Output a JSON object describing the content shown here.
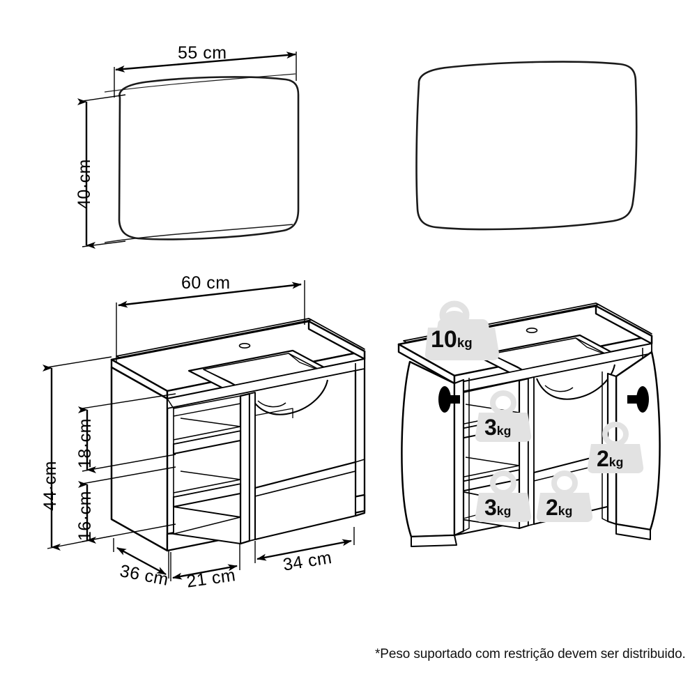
{
  "diagram": {
    "title": "Bathroom vanity cabinet and mirror technical dimension drawing",
    "stroke_color": "#000000",
    "background_color": "#ffffff",
    "weight_icon_fill": "#e2e2e2",
    "weight_icon_stroke": "#e2e2e2"
  },
  "mirror_front": {
    "name": "mirror-front-view",
    "width_label": "55 cm",
    "height_label": "40·cm"
  },
  "mirror_plain": {
    "name": "mirror-outline-view"
  },
  "cabinet_dimensions": {
    "width_label": "60 cm",
    "total_height_label": "44·cm",
    "upper_shelf_label": "18·cm",
    "lower_shelf_label": "16·cm",
    "depth_label": "36 cm",
    "left_section_label": "21 cm",
    "right_section_label": "34 cm"
  },
  "cabinet_loads": {
    "countertop": {
      "value": "10",
      "unit": "kg"
    },
    "left_upper_shelf": {
      "value": "3",
      "unit": "kg"
    },
    "left_lower_shelf": {
      "value": "3",
      "unit": "kg"
    },
    "right_lower_shelf": {
      "value": "2",
      "unit": "kg"
    },
    "right_door_inner": {
      "value": "2",
      "unit": "kg"
    }
  },
  "footnote": {
    "text": "*Peso suportado com restrição devem ser distribuido."
  }
}
